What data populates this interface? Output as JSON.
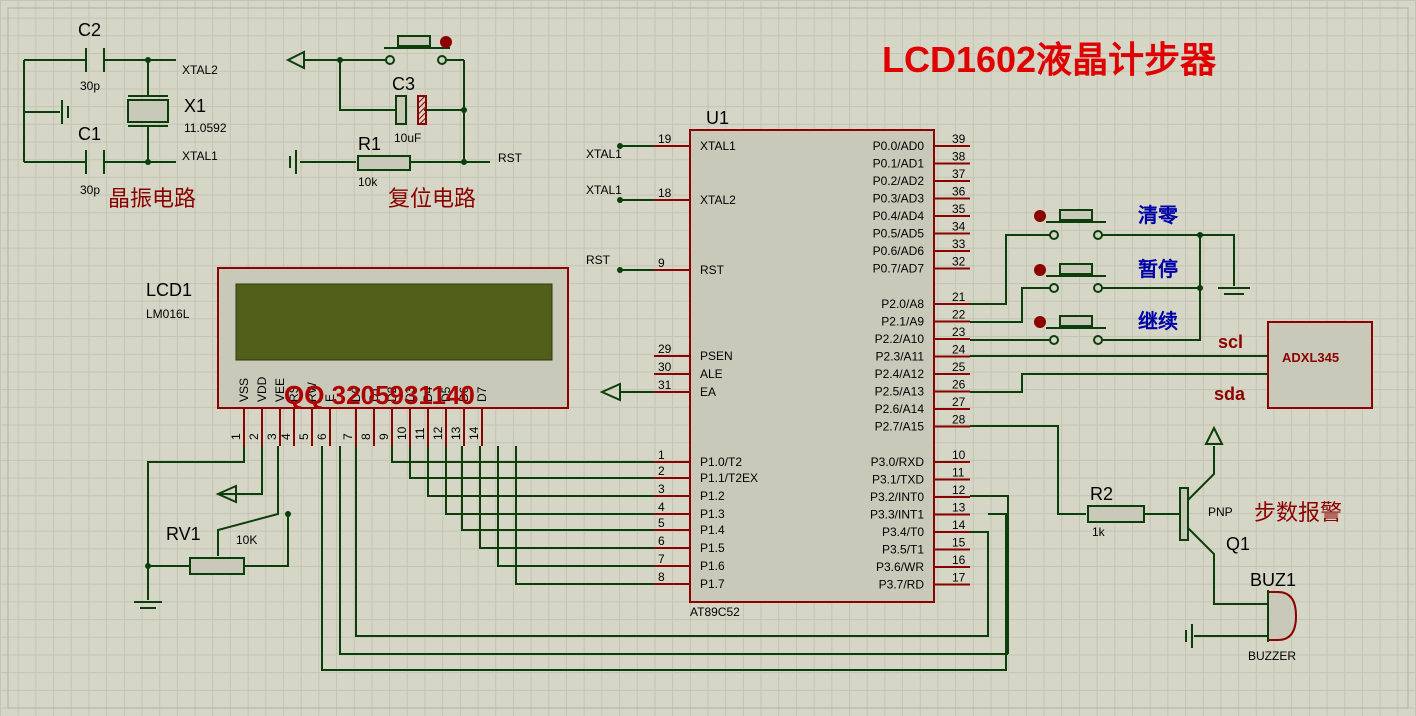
{
  "title": "LCD1602液晶计步器",
  "sections": {
    "crystal": "晶振电路",
    "reset": "复位电路",
    "alarm": "步数报警"
  },
  "crystal": {
    "c2": "C2",
    "c1": "C1",
    "c2_val": "30p",
    "c1_val": "30p",
    "x1": "X1",
    "x1_val": "11.0592",
    "xtal2": "XTAL2",
    "xtal1": "XTAL1"
  },
  "reset": {
    "r1": "R1",
    "r1_val": "10k",
    "c3": "C3",
    "c3_val": "10uF",
    "rst": "RST"
  },
  "lcd": {
    "ref": "LCD1",
    "part": "LM016L",
    "overlay": "QQ 3205931140",
    "pins": [
      "VSS",
      "VDD",
      "VEE",
      "RS",
      "RW",
      "E",
      "D0",
      "D1",
      "D2",
      "D3",
      "D4",
      "D5",
      "D6",
      "D7"
    ],
    "numbers": [
      "1",
      "2",
      "3",
      "4",
      "5",
      "6",
      "7",
      "8",
      "9",
      "10",
      "11",
      "12",
      "13",
      "14"
    ]
  },
  "rv1": {
    "ref": "RV1",
    "val": "10K"
  },
  "mcu": {
    "ref": "U1",
    "part": "AT89C52",
    "left": [
      {
        "n": "19",
        "l": "XTAL1"
      },
      {
        "n": "18",
        "l": "XTAL2"
      },
      {
        "n": "9",
        "l": "RST"
      },
      {
        "n": "29",
        "l": "PSEN"
      },
      {
        "n": "30",
        "l": "ALE"
      },
      {
        "n": "31",
        "l": "EA"
      },
      {
        "n": "1",
        "l": "P1.0/T2"
      },
      {
        "n": "2",
        "l": "P1.1/T2EX"
      },
      {
        "n": "3",
        "l": "P1.2"
      },
      {
        "n": "4",
        "l": "P1.3"
      },
      {
        "n": "5",
        "l": "P1.4"
      },
      {
        "n": "6",
        "l": "P1.5"
      },
      {
        "n": "7",
        "l": "P1.6"
      },
      {
        "n": "8",
        "l": "P1.7"
      }
    ],
    "right": [
      {
        "n": "39",
        "l": "P0.0/AD0"
      },
      {
        "n": "38",
        "l": "P0.1/AD1"
      },
      {
        "n": "37",
        "l": "P0.2/AD2"
      },
      {
        "n": "36",
        "l": "P0.3/AD3"
      },
      {
        "n": "35",
        "l": "P0.4/AD4"
      },
      {
        "n": "34",
        "l": "P0.5/AD5"
      },
      {
        "n": "33",
        "l": "P0.6/AD6"
      },
      {
        "n": "32",
        "l": "P0.7/AD7"
      },
      {
        "n": "21",
        "l": "P2.0/A8"
      },
      {
        "n": "22",
        "l": "P2.1/A9"
      },
      {
        "n": "23",
        "l": "P2.2/A10"
      },
      {
        "n": "24",
        "l": "P2.3/A11"
      },
      {
        "n": "25",
        "l": "P2.4/A12"
      },
      {
        "n": "26",
        "l": "P2.5/A13"
      },
      {
        "n": "27",
        "l": "P2.6/A14"
      },
      {
        "n": "28",
        "l": "P2.7/A15"
      },
      {
        "n": "10",
        "l": "P3.0/RXD"
      },
      {
        "n": "11",
        "l": "P3.1/TXD"
      },
      {
        "n": "12",
        "l": "P3.2/INT0"
      },
      {
        "n": "13",
        "l": "P3.3/INT1"
      },
      {
        "n": "14",
        "l": "P3.4/T0"
      },
      {
        "n": "15",
        "l": "P3.5/T1"
      },
      {
        "n": "16",
        "l": "P3.6/WR"
      },
      {
        "n": "17",
        "l": "P3.7/RD"
      }
    ],
    "net_labels": {
      "xtal1": "XTAL1",
      "xtal2": "XTAL1",
      "rst": "RST"
    }
  },
  "buttons": {
    "clear": "清零",
    "pause": "暂停",
    "resume": "继续"
  },
  "sensor": {
    "ref": "ADXL345",
    "scl": "scl",
    "sda": "sda"
  },
  "r2": {
    "ref": "R2",
    "val": "1k"
  },
  "q1": {
    "ref": "Q1",
    "type": "PNP"
  },
  "buzzer": {
    "ref": "BUZ1",
    "part": "BUZZER"
  }
}
